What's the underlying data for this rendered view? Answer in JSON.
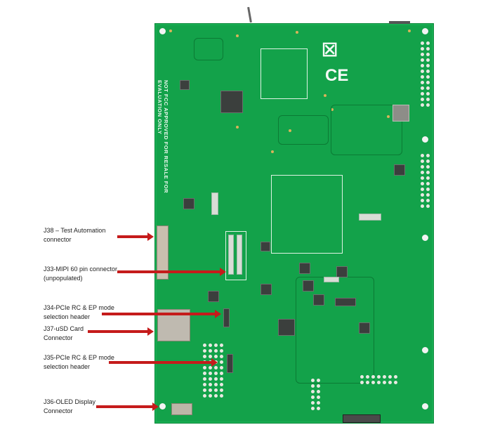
{
  "figure": {
    "subject": "Development board (bottom view) with connector callouts",
    "board_markings": {
      "silkscreen_text": "NOT FCC APPROVED FOR RESALE  FOR EVALUATION ONLY",
      "ce_mark": "CE",
      "weee_icon": "crossed-out-bin-icon"
    },
    "annotations": [
      {
        "id": "J38",
        "line1": "J38 – Test Automation",
        "line2": "connector"
      },
      {
        "id": "J33",
        "line1": "J33-MIPI 60 pin connector",
        "line2": "(unpopulated)"
      },
      {
        "id": "J34",
        "line1": "J34-PCIe RC & EP mode",
        "line2": "selection header"
      },
      {
        "id": "J37",
        "line1": "J37-uSD Card",
        "line2": "Connector"
      },
      {
        "id": "J35",
        "line1": "J35-PCIe RC & EP mode",
        "line2": "selection header"
      },
      {
        "id": "J36",
        "line1": "J36-OLED Display",
        "line2": "Connector"
      }
    ],
    "colors": {
      "pcb_green": "#13a24a",
      "arrow_red": "#c51b1b",
      "label_text": "#222222",
      "background": "#ffffff"
    }
  }
}
